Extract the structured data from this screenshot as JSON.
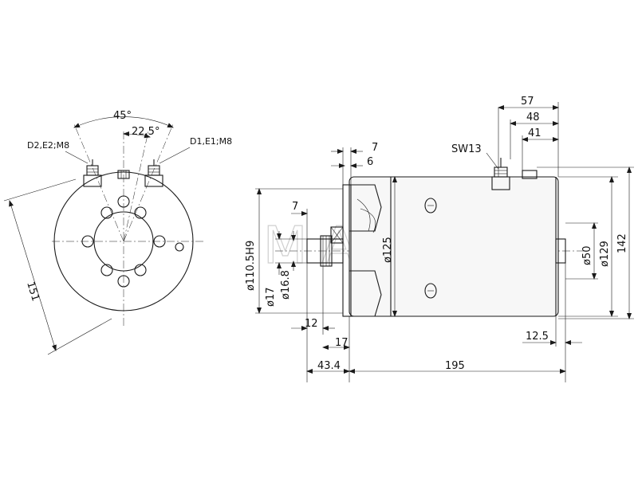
{
  "front_view": {
    "angle_outer": "45°",
    "angle_inner": "22.5°",
    "terminal_left": "D2,E2;M8",
    "terminal_right": "D1,E1;M8",
    "diameter": "151"
  },
  "side_view": {
    "dim_57": "57",
    "dim_48": "48",
    "dim_41": "41",
    "wrench": "SW13",
    "dim_7_top": "7",
    "dim_6": "6",
    "dim_7_mid": "7",
    "dia_110": "ø110.5H9",
    "dia_17": "ø17",
    "dia_16_8": "ø16.8",
    "dia_125": "ø125",
    "dia_50": "ø50",
    "dia_129": "ø129",
    "dim_142": "142",
    "dim_12": "12",
    "dim_17": "17",
    "dim_12_5": "12.5",
    "dim_43_4": "43.4",
    "dim_195": "195"
  },
  "watermark": "MAHLE"
}
